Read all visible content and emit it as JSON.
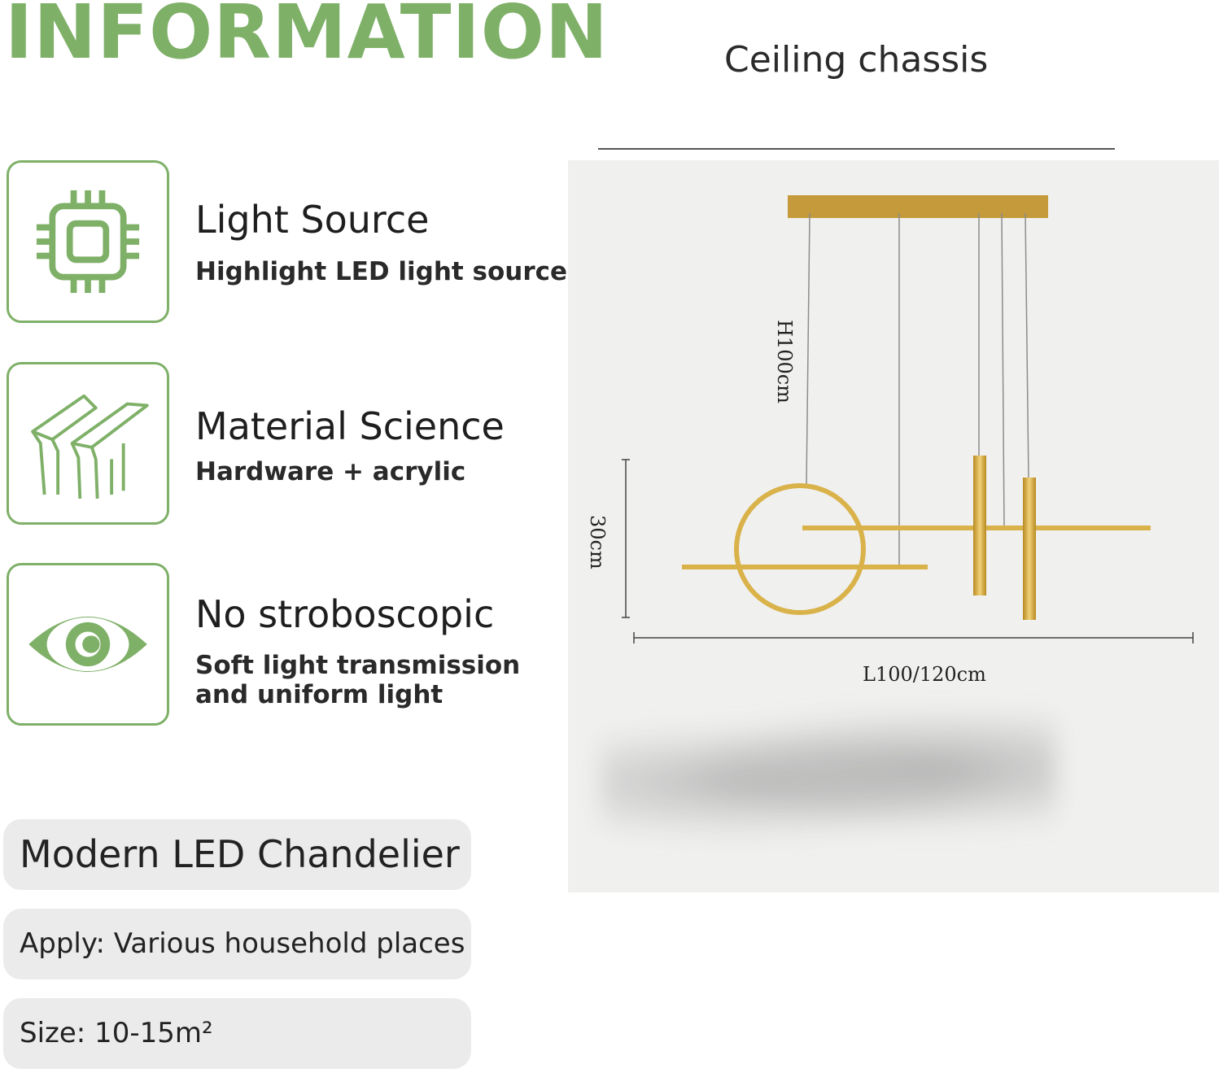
{
  "header": {
    "title": "INFORMATION"
  },
  "colors": {
    "accent_green": "#7fb068",
    "gold": "#c9a23a"
  },
  "features": [
    {
      "icon": "chip-icon",
      "title": "Light Source",
      "description_lines": [
        "Highlight LED light source"
      ]
    },
    {
      "icon": "material-layers-icon",
      "title": "Material Science",
      "description_lines": [
        "Hardware + acrylic"
      ]
    },
    {
      "icon": "eye-icon",
      "title": "No stroboscopic",
      "description_lines": [
        "Soft light transmission",
        "and uniform light"
      ]
    }
  ],
  "product": {
    "name": "Modern LED Chandelier",
    "apply": "Apply: Various household places",
    "size": "Size: 10-15m²"
  },
  "diagram": {
    "ceiling_label": "Ceiling chassis",
    "height_label": "H100cm",
    "depth_label": "30cm",
    "length_label": "L100/120cm"
  }
}
